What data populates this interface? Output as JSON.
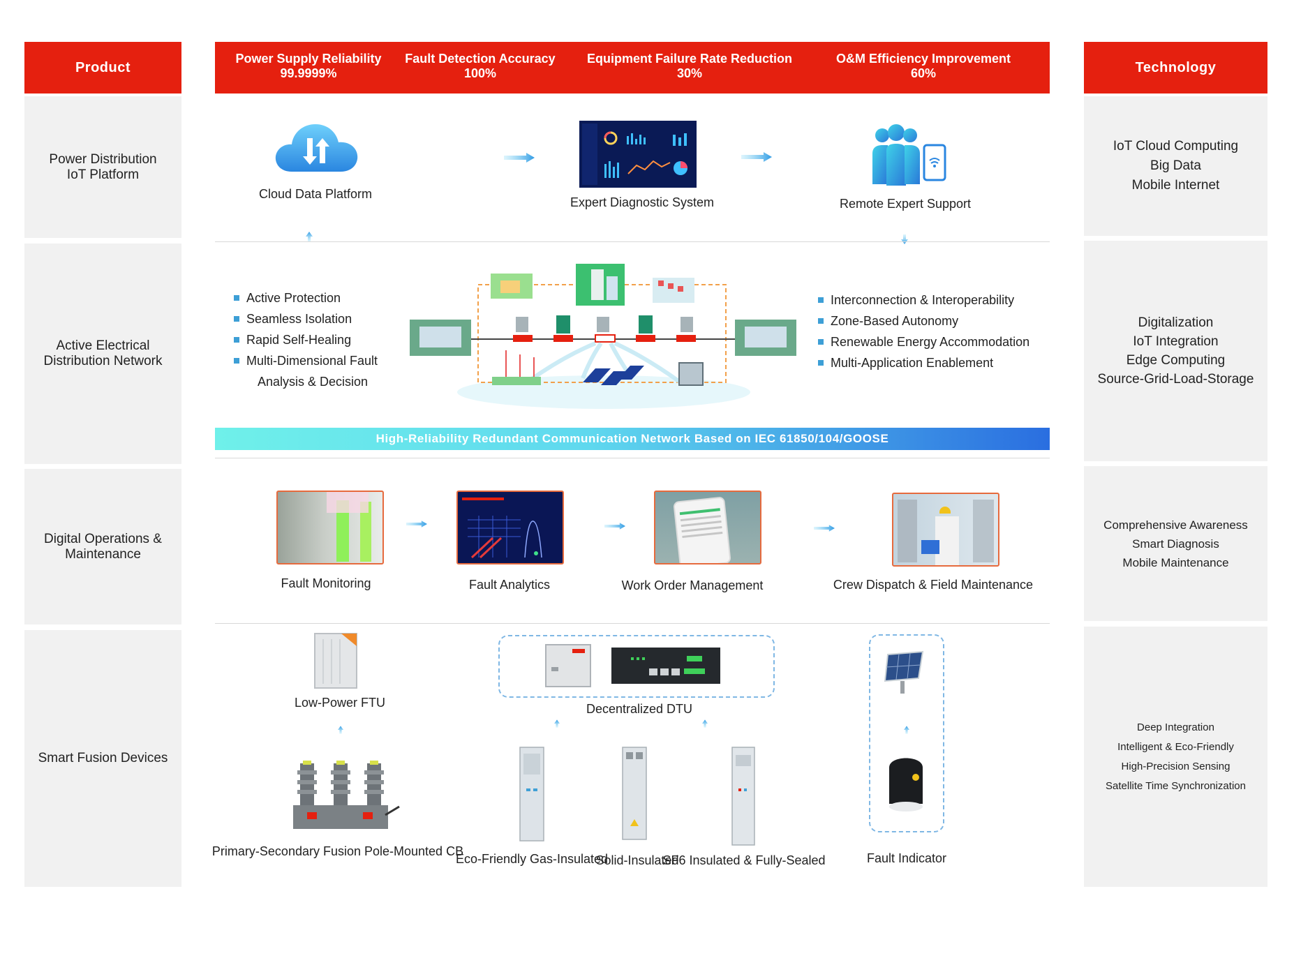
{
  "headers": {
    "product": "Product",
    "technology": "Technology"
  },
  "metrics": [
    {
      "label": "Power Supply Reliability",
      "value": "99.9999%"
    },
    {
      "label": "Fault Detection Accuracy",
      "value": "100%"
    },
    {
      "label": "Equipment Failure Rate Reduction",
      "value": "30%"
    },
    {
      "label": "O&M Efficiency Improvement",
      "value": "60%"
    }
  ],
  "rows": {
    "platform": {
      "product": "Power Distribution\nIoT Platform",
      "items": [
        "Cloud Data Platform",
        "Expert Diagnostic System",
        "Remote Expert Support"
      ],
      "technology": "IoT Cloud Computing\nBig Data\nMobile Internet"
    },
    "network": {
      "product": "Active Electrical\nDistribution Network",
      "left_bullets": [
        "Active Protection",
        "Seamless Isolation",
        "Rapid Self-Healing",
        "Multi-Dimensional Fault"
      ],
      "left_bullet_cont": "Analysis & Decision",
      "right_bullets": [
        "Interconnection & Interoperability",
        "Zone-Based Autonomy",
        "Renewable Energy Accommodation",
        "Multi-Application Enablement"
      ],
      "comm_bar": "High-Reliability Redundant Communication Network Based on IEC 61850/104/GOOSE",
      "technology": "Digitalization\nIoT Integration\nEdge Computing\nSource-Grid-Load-Storage"
    },
    "om": {
      "product": "Digital Operations &\nMaintenance",
      "items": [
        "Fault Monitoring",
        "Fault Analytics",
        "Work Order Management",
        "Crew Dispatch & Field Maintenance"
      ],
      "technology": "Comprehensive Awareness\nSmart Diagnosis\nMobile Maintenance"
    },
    "devices": {
      "product": "Smart Fusion Devices",
      "ftu": "Low-Power FTU",
      "cb": "Primary-Secondary Fusion\nPole-Mounted CB",
      "dtu": "Decentralized DTU",
      "cabinets": [
        "Eco-Friendly\nGas-Insulated",
        "Solid-Insulated",
        "SF6 Insulated &\nFully-Sealed"
      ],
      "fault_indicator": "Fault Indicator",
      "technology": "Deep Integration\nIntelligent & Eco-Friendly\nHigh-Precision Sensing\nSatellite Time Synchronization"
    }
  },
  "colors": {
    "accent_red": "#e5200f",
    "cell_gray": "#f1f1f1",
    "bar_start": "#6ff0ea",
    "bar_end": "#2a6ee0",
    "arrow_blue": "#3aa0e6"
  }
}
